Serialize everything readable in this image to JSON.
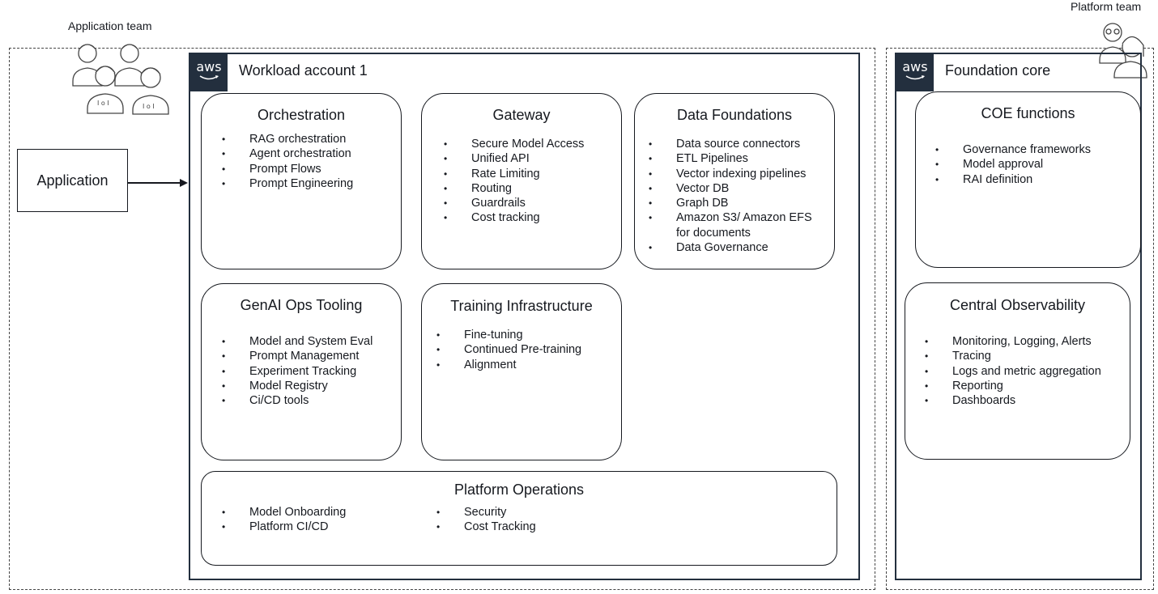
{
  "teams": {
    "application": "Application team",
    "platform": "Platform team"
  },
  "application_box": "Application",
  "workload_account": {
    "logo": "aws",
    "title": "Workload account 1",
    "boxes": {
      "orchestration": {
        "title": "Orchestration",
        "items": [
          "RAG orchestration",
          "Agent orchestration",
          "Prompt Flows",
          "Prompt Engineering"
        ]
      },
      "gateway": {
        "title": "Gateway",
        "items": [
          "Secure Model Access",
          "Unified API",
          "Rate Limiting",
          "Routing",
          "Guardrails",
          "Cost tracking"
        ]
      },
      "data_foundations": {
        "title": "Data Foundations",
        "items": [
          "Data source connectors",
          "ETL Pipelines",
          "Vector indexing pipelines",
          "Vector DB",
          "Graph DB",
          "Amazon S3/ Amazon EFS",
          "for documents",
          "Data Governance"
        ]
      },
      "genai_ops": {
        "title": "GenAI Ops Tooling",
        "items": [
          "Model and System Eval",
          "Prompt Management",
          "Experiment Tracking",
          "Model Registry",
          "Ci/CD tools"
        ]
      },
      "training": {
        "title": "Training Infrastructure",
        "items": [
          "Fine-tuning",
          "Continued Pre-training",
          "Alignment"
        ]
      },
      "platform_ops": {
        "title": "Platform Operations",
        "items_left": [
          "Model Onboarding",
          "Platform CI/CD"
        ],
        "items_right": [
          "Security",
          "Cost Tracking"
        ]
      }
    }
  },
  "foundation_core": {
    "logo": "aws",
    "title": "Foundation core",
    "boxes": {
      "coe": {
        "title": "COE functions",
        "items": [
          "Governance frameworks",
          "Model approval",
          "RAI definition"
        ]
      },
      "observability": {
        "title": "Central Observability",
        "items": [
          "Monitoring, Logging, Alerts",
          "Tracing",
          "Logs and metric aggregation",
          "Reporting",
          "Dashboards"
        ]
      }
    }
  },
  "colors": {
    "aws_dark": "#232f3e",
    "line": "#16191f"
  }
}
